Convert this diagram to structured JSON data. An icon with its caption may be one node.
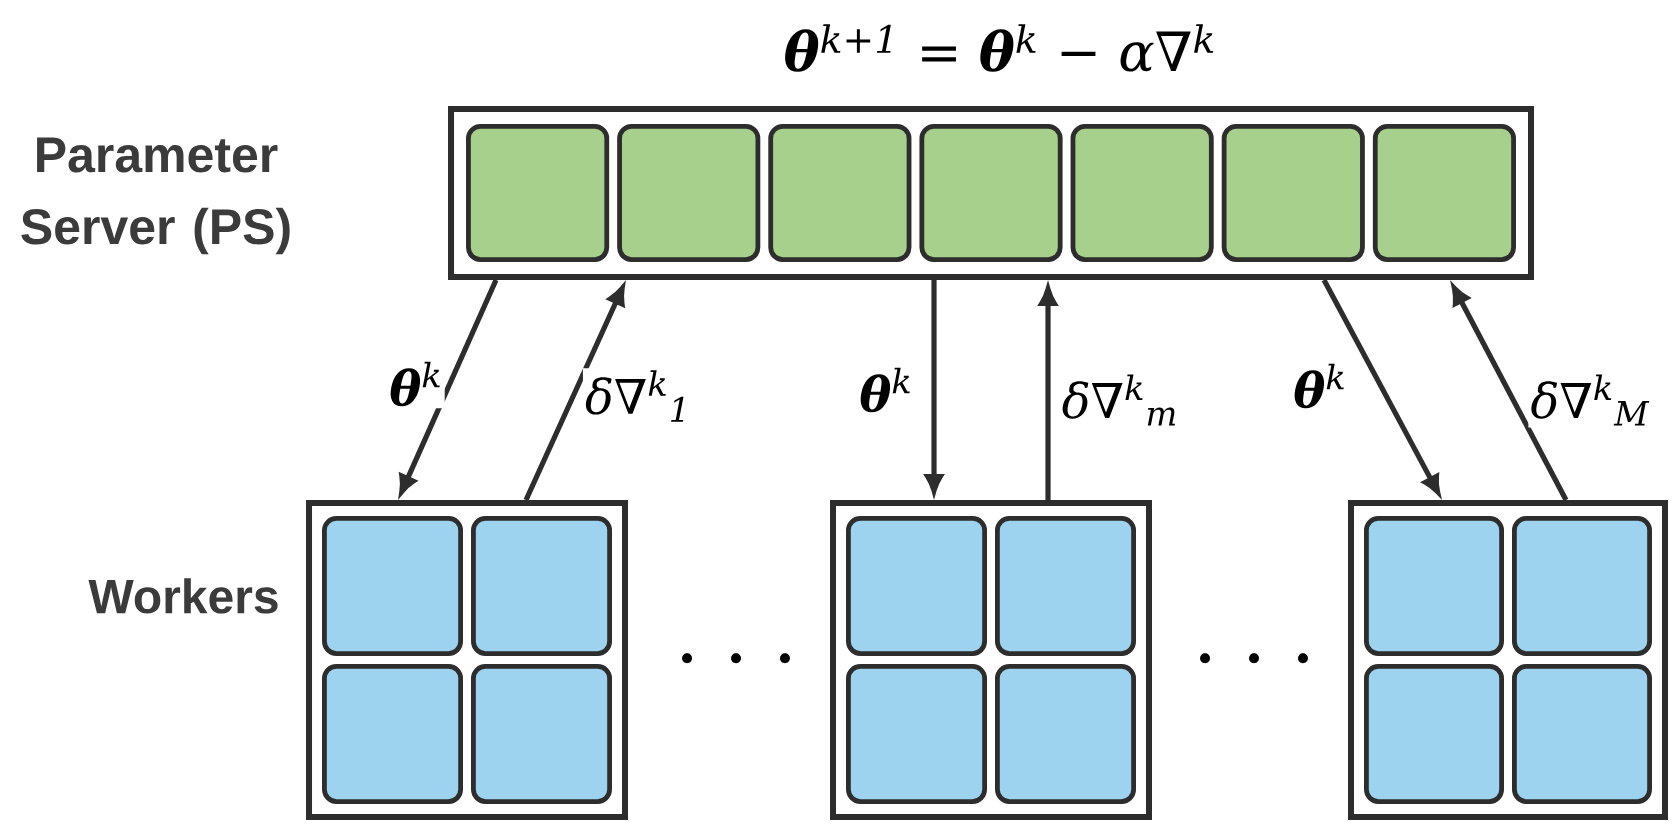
{
  "diagram": {
    "nodes": [
      {
        "text": [],
        "shape": "box",
        "beside": [
          "**θ**$^{k+1}$ = **θ**$^{k}$ − α∇$^{k}$",
          "Parameter Server (PS)"
        ]
      },
      {
        "text": [],
        "shape": "box",
        "in": 0
      },
      {
        "text": [],
        "shape": "box",
        "in": 0
      },
      {
        "text": [],
        "shape": "box",
        "in": 0
      },
      {
        "text": [],
        "shape": "box",
        "in": 0
      },
      {
        "text": [],
        "shape": "box",
        "in": 0
      },
      {
        "text": [],
        "shape": "box",
        "in": 0
      },
      {
        "text": [],
        "shape": "box",
        "in": 0
      },
      {
        "text": [],
        "shape": "box"
      },
      {
        "text": [],
        "shape": "box",
        "in": 8
      },
      {
        "text": [],
        "shape": "box",
        "in": 8
      },
      {
        "text": [],
        "shape": "box",
        "in": 8
      },
      {
        "text": [],
        "shape": "box",
        "in": 8
      },
      {
        "text": [],
        "shape": "box"
      },
      {
        "text": [],
        "shape": "box",
        "in": 13
      },
      {
        "text": [],
        "shape": "box",
        "in": 13
      },
      {
        "text": [],
        "shape": "box",
        "in": 13
      },
      {
        "text": [],
        "shape": "box",
        "in": 13
      },
      {
        "text": [],
        "shape": "box"
      },
      {
        "text": [],
        "shape": "box",
        "in": 18
      },
      {
        "text": [],
        "shape": "box",
        "in": 18
      },
      {
        "text": [],
        "shape": "box",
        "in": 18
      },
      {
        "text": [],
        "shape": "box",
        "in": 18
      }
    ],
    "edges": [
      {
        "from": 0,
        "to": 8,
        "arrow": "to",
        "label": "**θ**$^{k}$"
      },
      {
        "from": 8,
        "to": 0,
        "arrow": "to",
        "label": "δ∇$^{k}$$_{1}$"
      },
      {
        "from": 0,
        "to": 13,
        "arrow": "to",
        "label": "**θ**$^{k}$"
      },
      {
        "from": 13,
        "to": 0,
        "arrow": "to",
        "label": "δ∇$^{k}$$_{m}$"
      },
      {
        "from": 0,
        "to": 18,
        "arrow": "to",
        "label": "**θ**$^{k}$"
      },
      {
        "from": 18,
        "to": 0,
        "arrow": "to",
        "label": "δ∇$^{k}$$_{M}$"
      }
    ],
    "labels": [
      "Workers",
      "· · ·",
      "· · ·"
    ]
  }
}
